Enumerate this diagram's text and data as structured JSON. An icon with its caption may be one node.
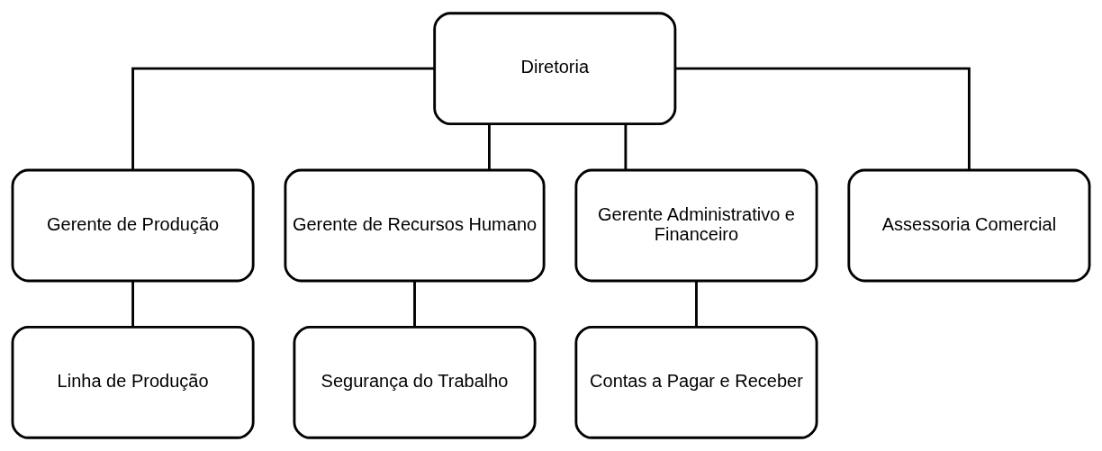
{
  "diagram": {
    "nodes": [
      {
        "text": [
          "Diretoria"
        ]
      },
      {
        "text": [
          "Gerente de Produção"
        ]
      },
      {
        "text": [
          "Gerente de Recursos Humano"
        ]
      },
      {
        "text": [
          "Gerente Administrativo e Financeiro"
        ]
      },
      {
        "text": [
          "Assessoria Comercial"
        ]
      },
      {
        "text": [
          "Linha de Produção"
        ]
      },
      {
        "text": [
          "Segurança do Trabalho"
        ]
      },
      {
        "text": [
          "Contas a Pagar e Receber"
        ]
      }
    ],
    "edges": [
      {
        "from": 0,
        "to": 1,
        "arrow": "none"
      },
      {
        "from": 0,
        "to": 2,
        "arrow": "none"
      },
      {
        "from": 0,
        "to": 3,
        "arrow": "none"
      },
      {
        "from": 0,
        "to": 4,
        "arrow": "none"
      },
      {
        "from": 1,
        "to": 5,
        "arrow": "none"
      },
      {
        "from": 2,
        "to": 6,
        "arrow": "none"
      },
      {
        "from": 3,
        "to": 7,
        "arrow": "none"
      }
    ]
  }
}
